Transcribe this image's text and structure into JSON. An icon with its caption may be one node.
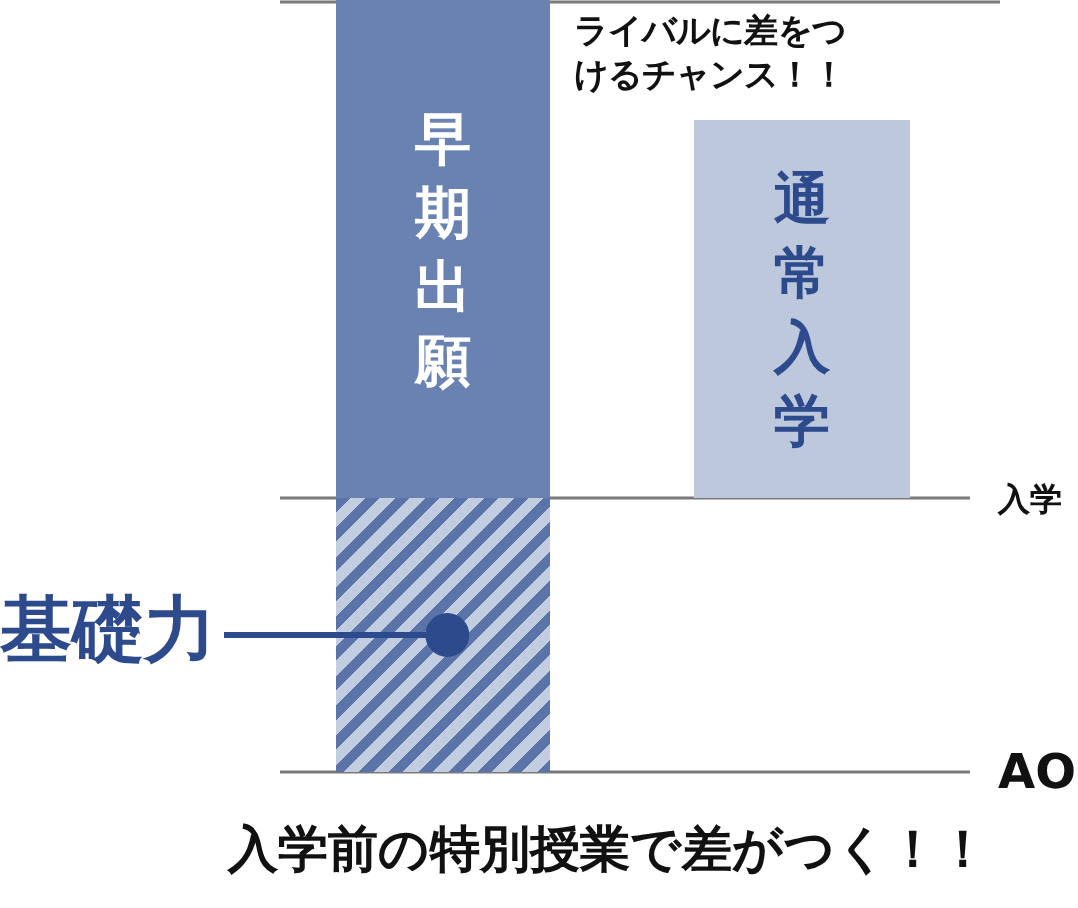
{
  "diagram": {
    "caption": "入学前の特別授業で差がつく！！",
    "nodes": [
      {
        "text": [
          "早期出願"
        ]
      },
      {
        "text": [
          "通常入学"
        ]
      },
      {
        "text": [
          "基礎力"
        ]
      },
      {
        "text": [],
        "shape": "bar"
      }
    ],
    "edges": [
      {
        "from": 2,
        "to": 3,
        "arrow": "other"
      }
    ],
    "labels": [
      "ライバルに差をつけるチャンス！！",
      "入学",
      "AO"
    ]
  }
}
